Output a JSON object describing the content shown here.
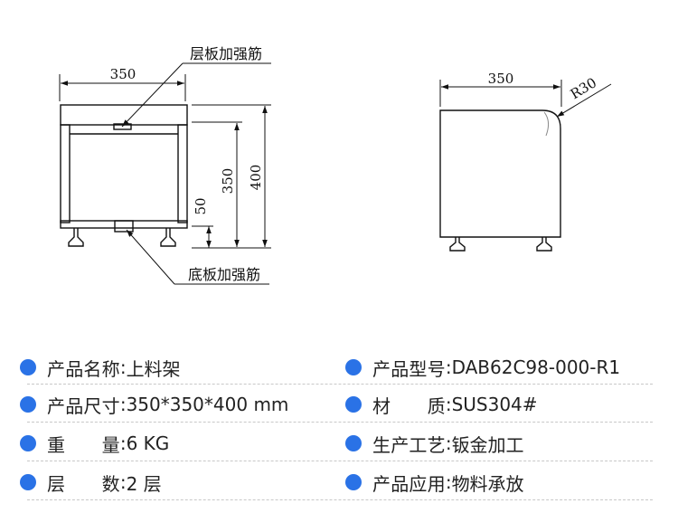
{
  "drawing": {
    "front_view": {
      "width_dim": "350",
      "shelf_rib_label": "层板加强筋",
      "base_rib_label": "底板加强筋",
      "height_50": "50",
      "height_350": "350",
      "height_400": "400"
    },
    "side_view": {
      "width_dim": "350",
      "radius_dim": "R30"
    }
  },
  "specs": [
    {
      "left": {
        "label": "产品名称",
        "value": "上料架"
      },
      "right": {
        "label": "产品型号",
        "value": "DAB62C98-000-R1"
      }
    },
    {
      "left": {
        "label": "产品尺寸",
        "value": "350*350*400 mm"
      },
      "right": {
        "label": "材　　质",
        "value": "SUS304#"
      }
    },
    {
      "left": {
        "label": "重　　量",
        "value": "6 KG"
      },
      "right": {
        "label": "生产工艺",
        "value": "钣金加工"
      }
    },
    {
      "left": {
        "label": "层　　数",
        "value": "2 层"
      },
      "right": {
        "label": "产品应用",
        "value": "物料承放"
      }
    }
  ],
  "colors": {
    "dot": "#2a72e6",
    "divider": "#c8c8c8",
    "line": "#111111"
  }
}
